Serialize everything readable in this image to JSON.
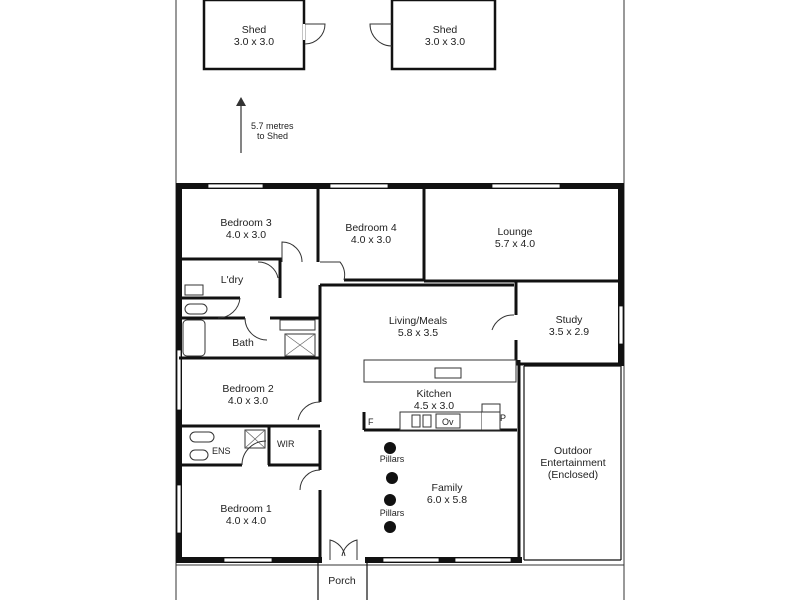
{
  "sheds": [
    {
      "name": "Shed",
      "dims": "3.0 x 3.0"
    },
    {
      "name": "Shed",
      "dims": "3.0 x 3.0"
    }
  ],
  "distance_note": {
    "line1": "5.7 metres",
    "line2": "to Shed"
  },
  "rooms": {
    "bedroom3": {
      "name": "Bedroom 3",
      "dims": "4.0 x 3.0"
    },
    "bedroom4": {
      "name": "Bedroom 4",
      "dims": "4.0 x 3.0"
    },
    "lounge": {
      "name": "Lounge",
      "dims": "5.7 x 4.0"
    },
    "laundry": {
      "name": "L'dry"
    },
    "living_meals": {
      "name": "Living/Meals",
      "dims": "5.8 x 3.5"
    },
    "study": {
      "name": "Study",
      "dims": "3.5 x 2.9"
    },
    "bath": {
      "name": "Bath"
    },
    "bedroom2": {
      "name": "Bedroom 2",
      "dims": "4.0 x 3.0"
    },
    "kitchen": {
      "name": "Kitchen",
      "dims": "4.5 x 3.0"
    },
    "ens": {
      "name": "ENS"
    },
    "wir": {
      "name": "WIR"
    },
    "outdoor": {
      "line1": "Outdoor",
      "line2": "Entertainment",
      "line3": "(Enclosed)"
    },
    "family": {
      "name": "Family",
      "dims": "6.0 x 5.8"
    },
    "bedroom1": {
      "name": "Bedroom 1",
      "dims": "4.0 x 4.0"
    },
    "porch": {
      "name": "Porch"
    }
  },
  "annotations": {
    "pillars": [
      "Pillars",
      "Pillars"
    ],
    "fridge": "F",
    "pantry": "P",
    "oven": "Ov"
  }
}
